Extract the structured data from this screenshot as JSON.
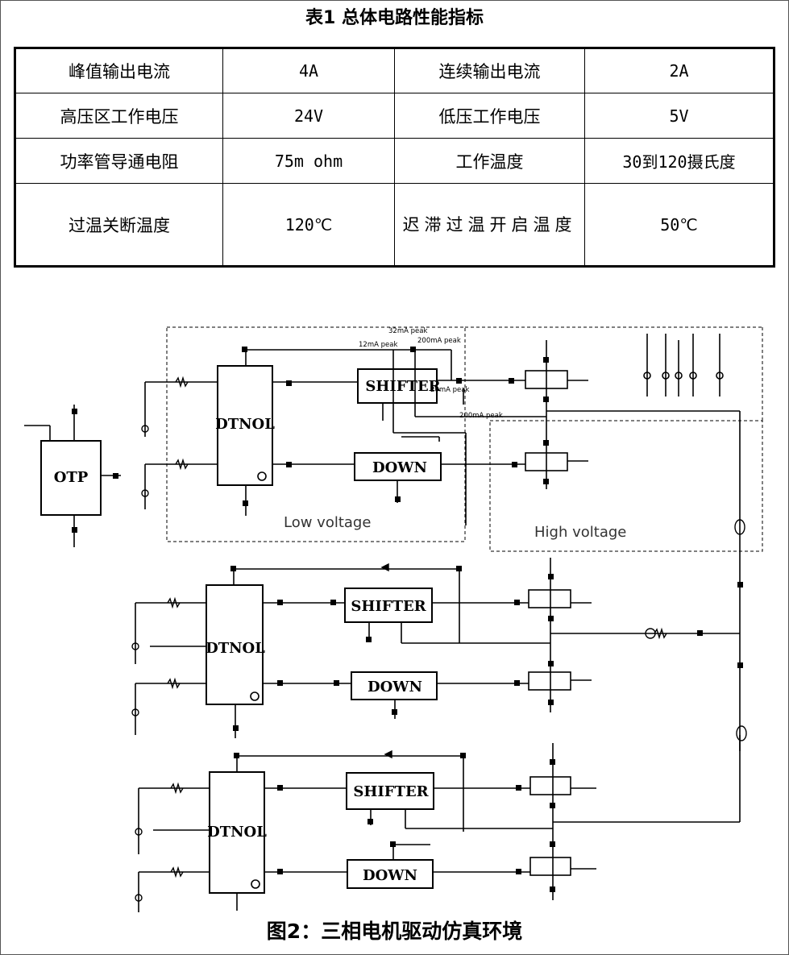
{
  "table": {
    "title": "表1 总体电路性能指标",
    "rows": [
      [
        "峰值输出电流",
        "4A",
        "连续输出电流",
        "2A"
      ],
      [
        "高压区工作电压",
        "24V",
        "低压工作电压",
        "5V"
      ],
      [
        "功率管导通电阻",
        "75m ohm",
        "工作温度",
        "30到120摄氏度"
      ],
      [
        "过温关断温度",
        "120℃",
        "迟滞过温开启温度",
        "50℃"
      ]
    ]
  },
  "figure": {
    "caption": "图2：三相电机驱动仿真环境",
    "blocks": {
      "otp": "OTP",
      "dtnol": "DTNOL",
      "shifter": "SHIFTER",
      "down": "DOWN"
    },
    "regions": {
      "low": "Low voltage",
      "high": "High voltage"
    },
    "annotations": {
      "peak_32": "32mA peak",
      "peak_12": "12mA peak",
      "peak_200a": "200mA peak",
      "peak_20": "20mA peak",
      "peak_200b": "200mA peak"
    }
  }
}
